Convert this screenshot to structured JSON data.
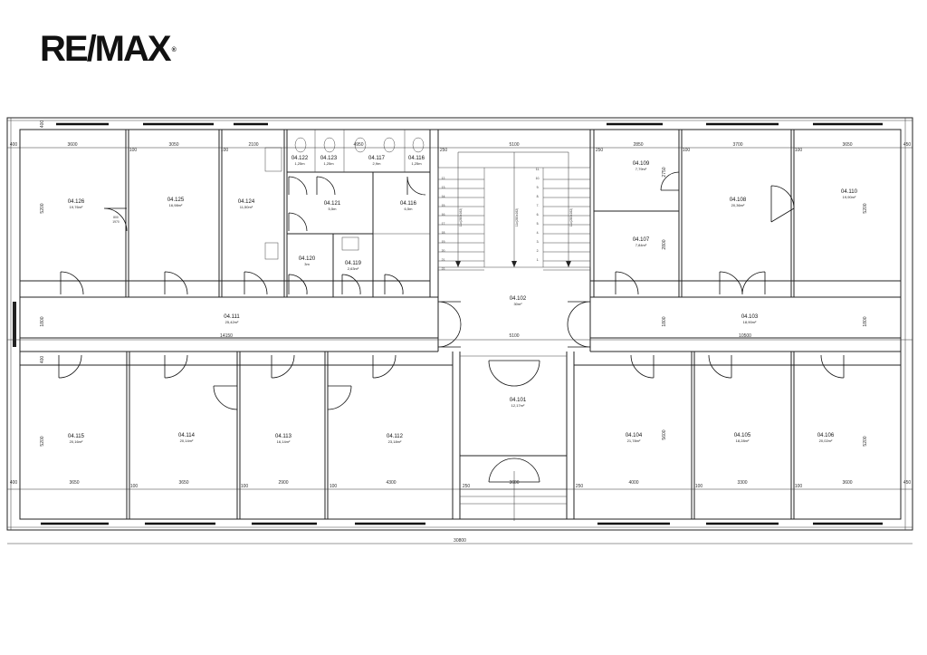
{
  "brand": {
    "logo_text": "RE/MAX"
  },
  "rooms": [
    {
      "id": "04.126",
      "area": "19,76m²"
    },
    {
      "id": "04.125",
      "area": "16,98m²"
    },
    {
      "id": "04.124",
      "area": "11,50m²"
    },
    {
      "id": "04.122",
      "area": "1,25m"
    },
    {
      "id": "04.123",
      "area": "1,25m"
    },
    {
      "id": "04.117",
      "area": "2,9m"
    },
    {
      "id": "04.116",
      "area": "1,25m"
    },
    {
      "id": "04.121",
      "area": "5,5m"
    },
    {
      "id": "04.116",
      "area": "6,5m"
    },
    {
      "id": "04.120",
      "area": "3m"
    },
    {
      "id": "04.119",
      "area": "2,63m²"
    },
    {
      "id": "04.109",
      "area": "7,79m²"
    },
    {
      "id": "04.107",
      "area": "7,84m²"
    },
    {
      "id": "04.108",
      "area": "20,36m²"
    },
    {
      "id": "04.110",
      "area": "19,90m²"
    },
    {
      "id": "04.111",
      "area": "25,42m²"
    },
    {
      "id": "04.102",
      "area": "30m²"
    },
    {
      "id": "04.103",
      "area": "18,90m²"
    },
    {
      "id": "04.115",
      "area": "20,16m²"
    },
    {
      "id": "04.114",
      "area": "20,14m²"
    },
    {
      "id": "04.113",
      "area": "16,14m²"
    },
    {
      "id": "04.112",
      "area": "23,18m²"
    },
    {
      "id": "04.101",
      "area": "12,17m²"
    },
    {
      "id": "04.104",
      "area": "21,78m²"
    },
    {
      "id": "04.105",
      "area": "18,28m²"
    },
    {
      "id": "04.106",
      "area": "20,02m²"
    }
  ],
  "dimensions": {
    "top": [
      "400",
      "3600",
      "100",
      "3050",
      "100",
      "2100",
      "4950",
      "250",
      "5100",
      "250",
      "2850",
      "100",
      "3700",
      "100",
      "3650",
      "450"
    ],
    "corridor": [
      "14150",
      "5100",
      "10500"
    ],
    "bottom": [
      "400",
      "3650",
      "100",
      "3650",
      "100",
      "2900",
      "100",
      "4300",
      "250",
      "3600",
      "250",
      "4000",
      "100",
      "3300",
      "100",
      "3600",
      "450"
    ],
    "total": "30800",
    "left_vertical": [
      "400",
      "5200",
      "1800",
      "400",
      "5200"
    ],
    "right_vertical": [
      "2750",
      "2800",
      "1800",
      "5600"
    ],
    "right_side": [
      "5200",
      "1800",
      "5200"
    ]
  },
  "stairs": {
    "steps_left": [
      "12.",
      "13.",
      "14.",
      "15.",
      "16.",
      "17.",
      "18.",
      "19.",
      "20.",
      "21.",
      "22."
    ],
    "steps_right": [
      "11.",
      "10.",
      "9.",
      "8.",
      "7.",
      "6.",
      "5.",
      "4.",
      "3.",
      "2.",
      "1."
    ],
    "flight_labels": [
      "11x(280x162)",
      "11x(280x162)",
      "11x(280x162)"
    ]
  },
  "door_tags": [
    {
      "w": "800",
      "h": "1970"
    }
  ]
}
